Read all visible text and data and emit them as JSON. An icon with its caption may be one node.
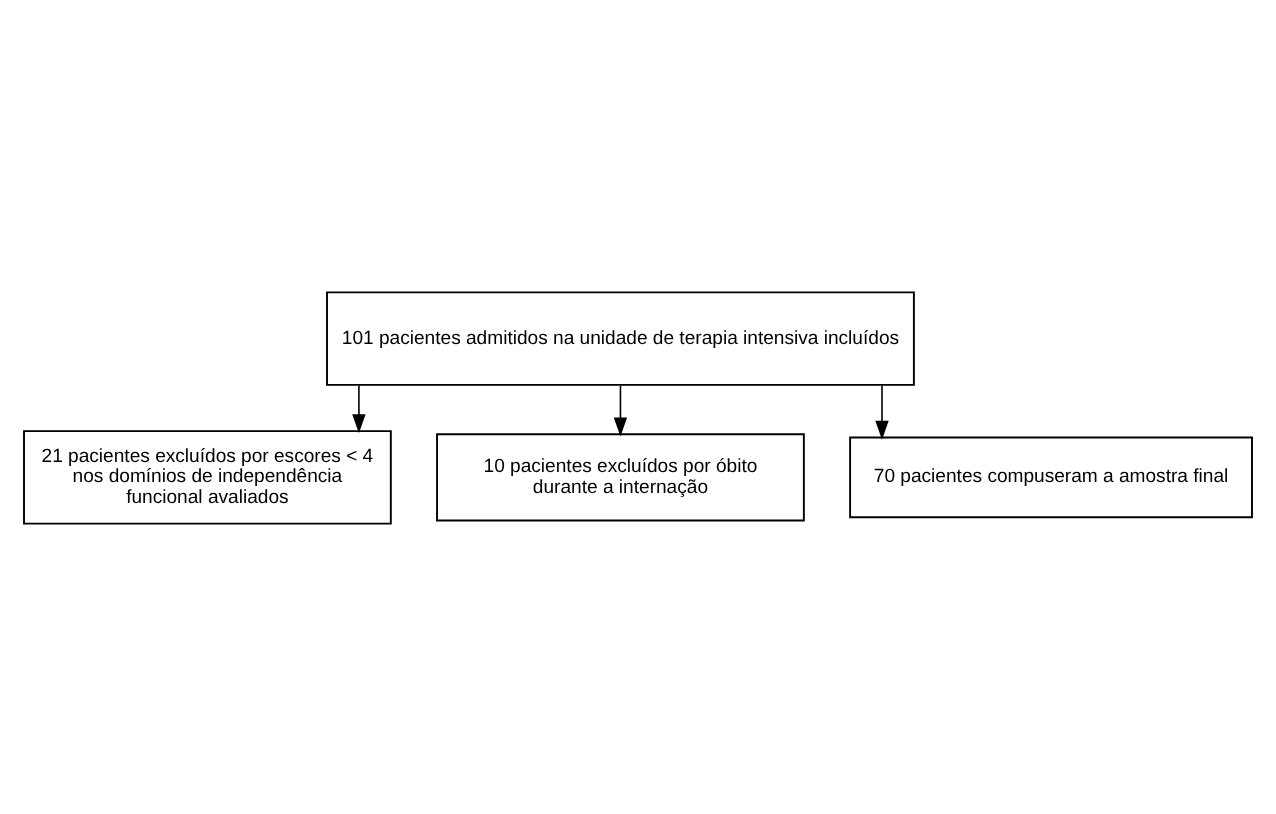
{
  "diagram": {
    "nodes": [
      {
        "text": [
          "101 pacientes admitidos na unidade de terapia intensiva incluídos"
        ]
      },
      {
        "text": [
          "21 pacientes excluídos por escores < 4 nos domínios de independência funcional avaliados"
        ]
      },
      {
        "text": [
          "10 pacientes excluídos por óbito durante a internação"
        ]
      },
      {
        "text": [
          "70 pacientes compuseram a amostra final"
        ]
      }
    ],
    "edges": [
      {
        "from": 0,
        "to": 1,
        "arrow": "to"
      },
      {
        "from": 0,
        "to": 2,
        "arrow": "to"
      },
      {
        "from": 0,
        "to": 3,
        "arrow": "to"
      }
    ]
  }
}
